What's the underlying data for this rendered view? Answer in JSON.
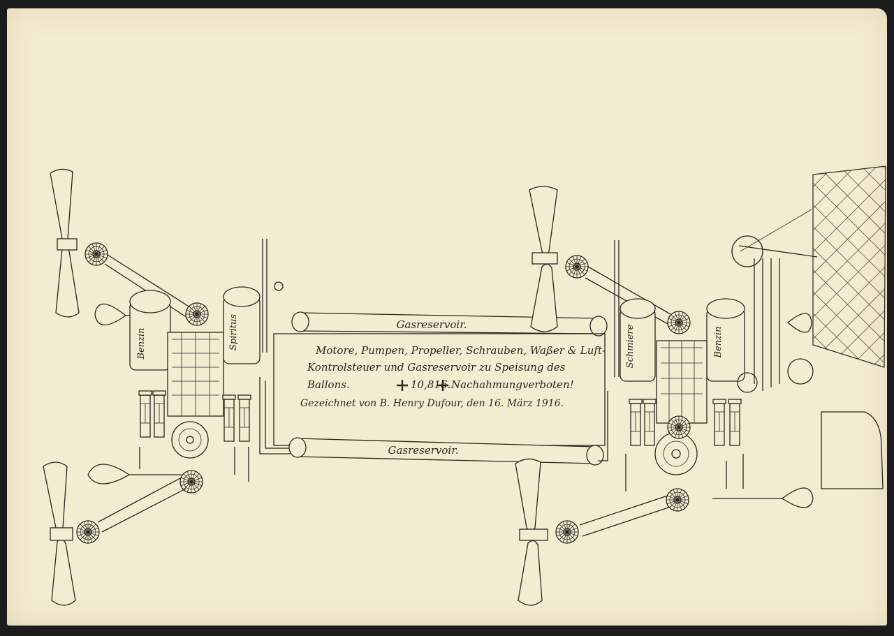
{
  "caption": {
    "line1": "Motore, Pumpen, Propeller, Schrauben, Waßer & Luft-",
    "line2": "Kontrolsteuer und Gasreservoir zu Speisung des",
    "line3": "Ballons.",
    "number": "10,816.",
    "line3b": "Nachahmungverboten!",
    "line4": "Gezeichnet von B. Henry Dufour, den 16. März 1916."
  },
  "scroll_top_label": "Gasreservoir.",
  "scroll_bottom_label": "Gasreservoir.",
  "tank_labels": {
    "left_a": "Benzin",
    "left_b": "Spiritus",
    "right_a": "Schmiere",
    "right_b": "Benzin"
  },
  "colors": {
    "paper": "#f2ecd0",
    "ink": "#2a2620",
    "border": "#1c1c1c"
  }
}
